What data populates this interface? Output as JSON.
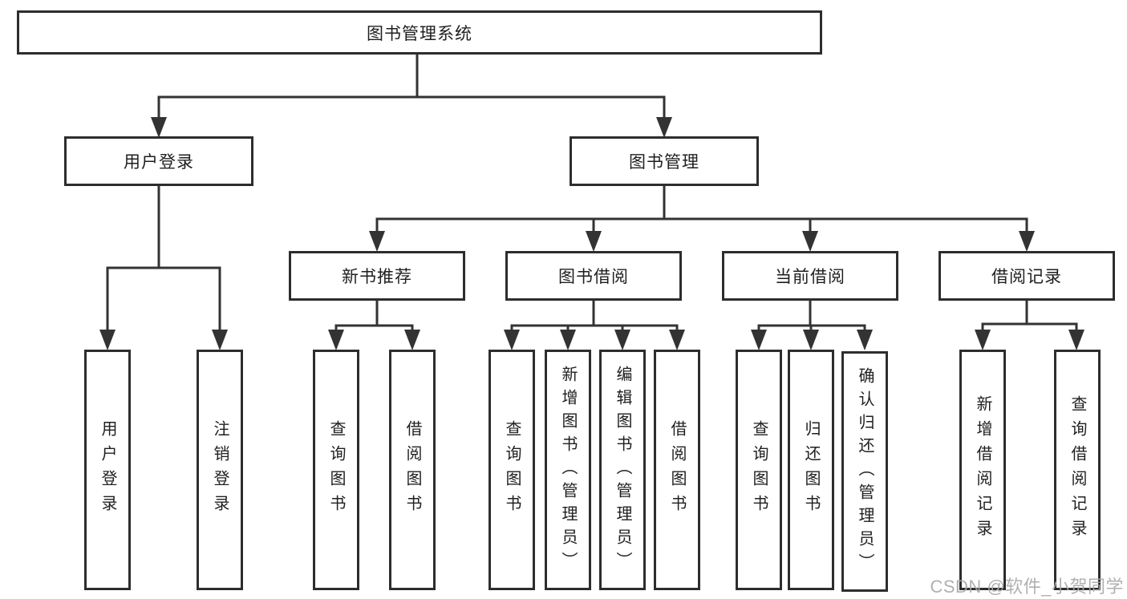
{
  "diagram": {
    "title": "图书管理系统",
    "level2": [
      {
        "label": "用户登录"
      },
      {
        "label": "图书管理"
      }
    ],
    "level3": [
      {
        "label": "新书推荐"
      },
      {
        "label": "图书借阅"
      },
      {
        "label": "当前借阅"
      },
      {
        "label": "借阅记录"
      }
    ],
    "leaves": [
      {
        "label": "用户登录"
      },
      {
        "label": "注销登录"
      },
      {
        "label": "查询图书"
      },
      {
        "label": "借阅图书"
      },
      {
        "label": "查询图书"
      },
      {
        "label": "新增图书（管理员）"
      },
      {
        "label": "编辑图书（管理员）"
      },
      {
        "label": "借阅图书"
      },
      {
        "label": "查询图书"
      },
      {
        "label": "归还图书"
      },
      {
        "label": "确认归还（管理员）"
      },
      {
        "label": "新增借阅记录"
      },
      {
        "label": "查询借阅记录"
      }
    ],
    "watermark": "CSDN @软件_小贺同学",
    "colors": {
      "line": "#333333",
      "box_border": "#2d2d2d",
      "text": "#1f1f1f",
      "background": "#ffffff",
      "watermark": "#a8a8a8"
    }
  }
}
